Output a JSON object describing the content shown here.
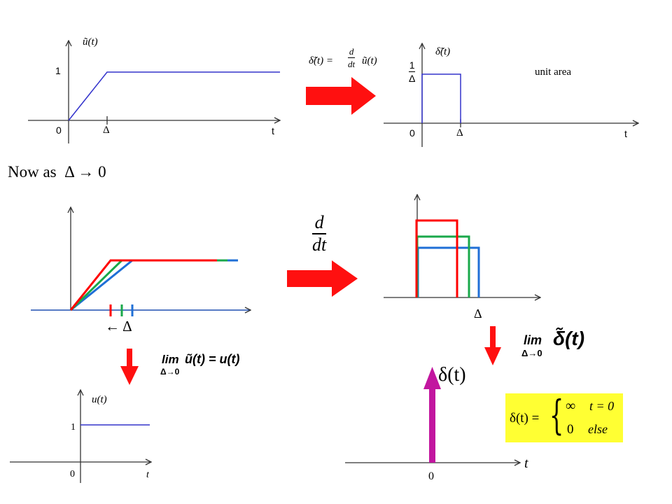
{
  "panels": {
    "ramp": {
      "y_label": "ũ(t)",
      "y_tick": "1",
      "origin": "0",
      "x_tick": "Δ",
      "x_label": "t"
    },
    "derivative_formula": {
      "lhs": "δ̃(t) =",
      "d": "d",
      "dt": "dt",
      "rhs": "ũ(t)"
    },
    "pulse": {
      "y_label": "δ̃(t)",
      "height_num": "1",
      "height_den": "Δ",
      "annotation": "unit area",
      "origin": "0",
      "x_tick": "Δ",
      "x_label": "t"
    },
    "now_text": {
      "prefix": "Now  as",
      "expr": "Δ → 0"
    },
    "ramps_family": {
      "shrink_label": "←  Δ"
    },
    "ddt_operator": {
      "d": "d",
      "dt": "dt"
    },
    "pulses_family": {
      "x_tick": "Δ"
    },
    "limit_u": {
      "lim": "lim",
      "sub": "Δ→0",
      "expr": "ũ(t) = u(t)"
    },
    "limit_delta": {
      "lim": "lim",
      "sub": "Δ→0",
      "expr": "δ̃(t)"
    },
    "step": {
      "y_label": "u(t)",
      "y_tick": "1",
      "origin": "0",
      "x_label": "t"
    },
    "impulse": {
      "y_label": "δ(t)",
      "origin": "0",
      "x_label": "t"
    },
    "delta_definition": {
      "lhs": "δ(t) =",
      "case1_value": "∞",
      "case1_cond": "t = 0",
      "case2_value": "0",
      "case2_cond": "else"
    }
  },
  "colors": {
    "blue_trace": "#3333cc",
    "red": "#ff0000",
    "green": "#1aa84a",
    "blue": "#1f6fd6",
    "arrow_red": "#ff1010",
    "impulse_magenta": "#c2169f",
    "highlight_yellow": "#ffff33"
  }
}
